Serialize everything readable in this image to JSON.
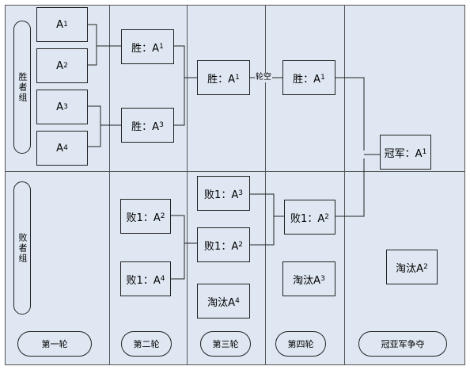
{
  "groups": {
    "winners": "胜者组",
    "losers": "败者组"
  },
  "rounds": [
    "第一轮",
    "第二轮",
    "第三轮",
    "第四轮",
    "冠亚军争夺"
  ],
  "round1": {
    "a1": {
      "base": "A",
      "sub": "1"
    },
    "a2": {
      "base": "A",
      "sub": "2"
    },
    "a3": {
      "base": "A",
      "sub": "3"
    },
    "a4": {
      "base": "A",
      "sub": "4"
    }
  },
  "round2": {
    "win1": {
      "base": "胜：A",
      "sub": "1"
    },
    "win2": {
      "base": "胜：A",
      "sub": "3"
    },
    "lose1": {
      "base": "败1：A",
      "sub": "2"
    },
    "lose2": {
      "base": "败1：A",
      "sub": "4"
    }
  },
  "round3": {
    "win": {
      "base": "胜：A",
      "sub": "1"
    },
    "bye": "轮空",
    "lose1": {
      "base": "败1：A",
      "sub": "3"
    },
    "lose2": {
      "base": "败1：A",
      "sub": "2"
    },
    "out": {
      "base": "淘汰A",
      "sub": "4"
    }
  },
  "round4": {
    "win": {
      "base": "胜：A",
      "sub": "1"
    },
    "lose": {
      "base": "败1：A",
      "sub": "2"
    },
    "out": {
      "base": "淘汰A",
      "sub": "3"
    }
  },
  "final": {
    "champion": {
      "base": "冠军：A",
      "sub": "1"
    },
    "out": {
      "base": "淘汰A",
      "sub": "2"
    }
  }
}
